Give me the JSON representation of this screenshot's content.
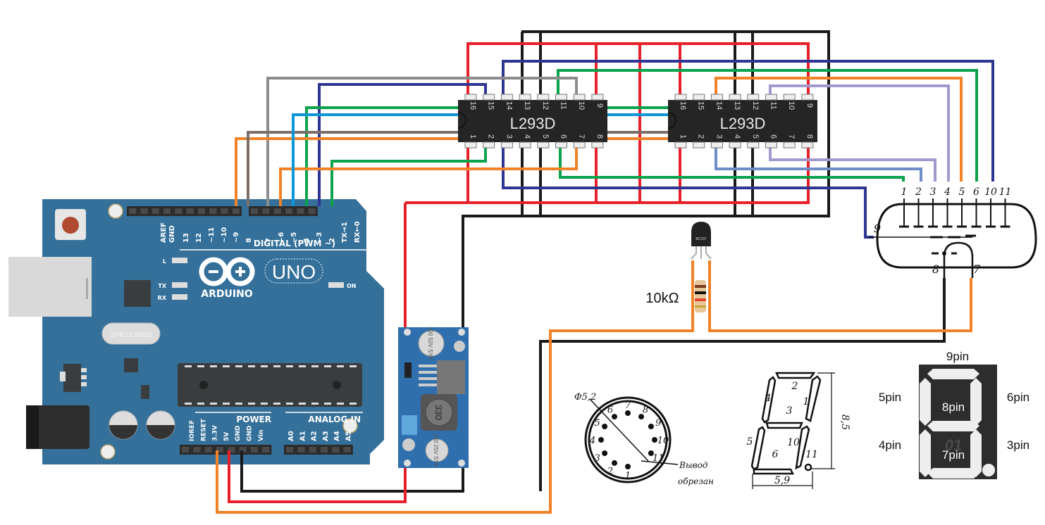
{
  "arduino": {
    "brand": "ARDUINO",
    "model": "UNO",
    "digital_header_label": "DIGITAL (PWM ~)",
    "digital_pins": [
      "AREF",
      "GND",
      "13",
      "12",
      "~11",
      "~10",
      "~9",
      "8",
      "7",
      "~6",
      "~5",
      "4",
      "~3",
      "2",
      "TX→1",
      "RX←0"
    ],
    "power_label": "POWER",
    "power_pins": [
      "IOREF",
      "RESET",
      "3.3V",
      "5V",
      "GND",
      "GND",
      "Vin"
    ],
    "analog_label": "ANALOG IN",
    "analog_pins": [
      "A0",
      "A1",
      "A2",
      "A3",
      "A4",
      "A5"
    ],
    "led_labels": [
      "L",
      "TX",
      "RX",
      "ON"
    ],
    "crystal": "SPK16.000G"
  },
  "drivers": [
    {
      "name": "L293D",
      "top_pins": [
        "16",
        "15",
        "14",
        "13",
        "12",
        "11",
        "10",
        "9"
      ],
      "bottom_pins": [
        "1",
        "2",
        "3",
        "4",
        "5",
        "6",
        "7",
        "8"
      ]
    },
    {
      "name": "L293D",
      "top_pins": [
        "16",
        "15",
        "14",
        "13",
        "12",
        "11",
        "10",
        "9"
      ],
      "bottom_pins": [
        "1",
        "2",
        "3",
        "4",
        "5",
        "6",
        "7",
        "8"
      ]
    }
  ],
  "converter": {
    "cap_top": "100 50V SYK",
    "inductor": "330",
    "cap_bottom": "220 25V SYK"
  },
  "transistor": {
    "label": "BC337"
  },
  "resistor": {
    "label": "10kΩ"
  },
  "tube_schematic": {
    "top_pins": [
      "1",
      "2",
      "3",
      "4",
      "5",
      "6",
      "10",
      "11"
    ],
    "side_pin": "9",
    "bottom_pins": [
      "8",
      "7"
    ]
  },
  "pinout_drawing": {
    "diameter_label": "Φ5,2",
    "pins": [
      "1",
      "2",
      "3",
      "4",
      "5",
      "6",
      "7",
      "8",
      "9",
      "10",
      "11"
    ],
    "note_line1": "Вывод",
    "note_line2": "обрезан"
  },
  "segment_drawing": {
    "segments": [
      "2",
      "1",
      "4",
      "3",
      "5",
      "10",
      "6",
      "11"
    ],
    "height_label": "8,5",
    "width_label": "5,9"
  },
  "segment_map": {
    "top": "9pin",
    "upper_left": "5pin",
    "upper_right": "6pin",
    "middle": "8pin",
    "lower_left": "4pin",
    "lower_right": "3pin",
    "bottom": "7pin",
    "ghost": "01"
  },
  "wire_colors": {
    "red": "#e8202a",
    "black": "#1a1a1a",
    "blue": "#2e3592",
    "green": "#0aa24b",
    "orange": "#f18228",
    "gray": "#8c8c8c",
    "brown": "#7d6e68",
    "cyan": "#0b96d9",
    "lavender": "#a099cd",
    "steel": "#6d8cc8"
  }
}
